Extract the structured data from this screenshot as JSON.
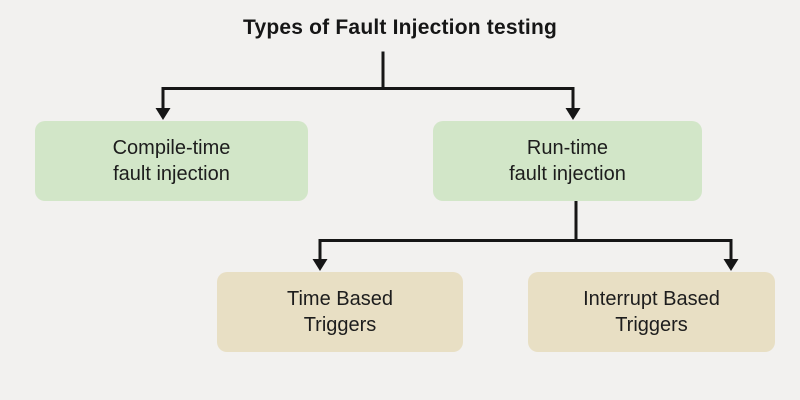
{
  "title": "Types of Fault Injection testing",
  "colors": {
    "background": "#f2f1ef",
    "node_green": "#d2e6c8",
    "node_tan": "#e8dfc4",
    "line": "#161616",
    "text": "#1d1d1d"
  },
  "nodes": [
    {
      "id": "compile-time",
      "line1": "Compile-time",
      "line2": "fault injection",
      "color": "#d2e6c8"
    },
    {
      "id": "run-time",
      "line1": "Run-time",
      "line2": "fault injection",
      "color": "#d2e6c8"
    },
    {
      "id": "time-based",
      "line1": "Time Based",
      "line2": "Triggers",
      "color": "#e8dfc4"
    },
    {
      "id": "interrupt-based",
      "line1": "Interrupt Based",
      "line2": "Triggers",
      "color": "#e8dfc4"
    }
  ],
  "edges": [
    {
      "from": "title",
      "to": "compile-time"
    },
    {
      "from": "title",
      "to": "run-time"
    },
    {
      "from": "run-time",
      "to": "time-based"
    },
    {
      "from": "run-time",
      "to": "interrupt-based"
    }
  ]
}
